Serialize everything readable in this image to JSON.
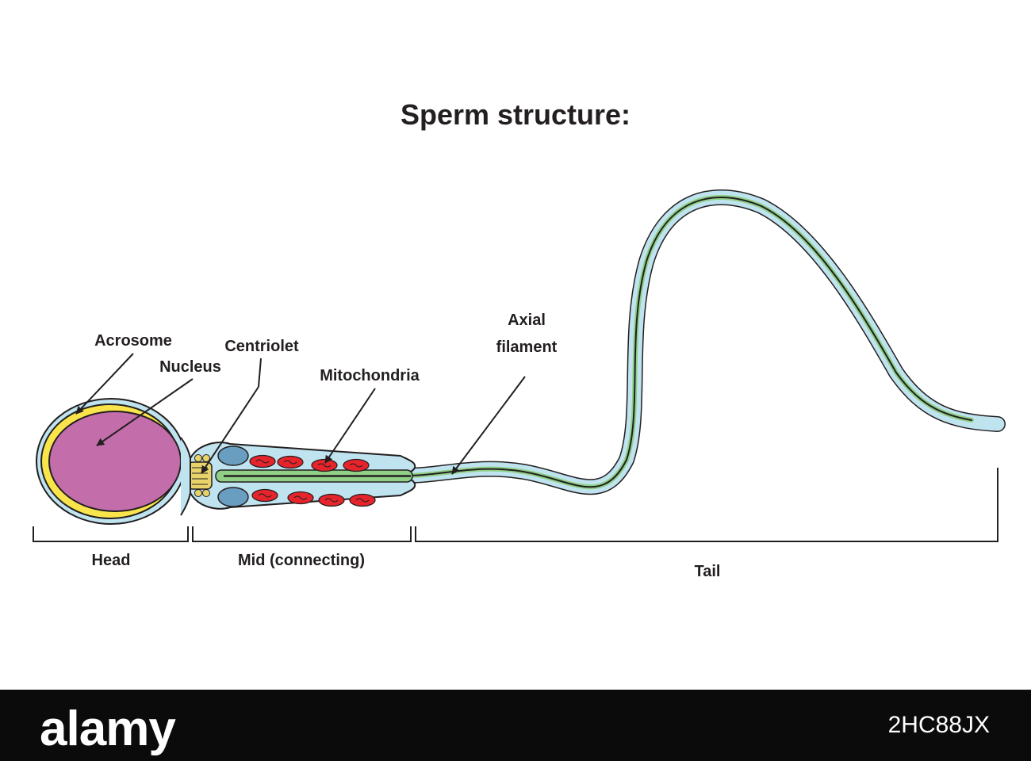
{
  "title": "Sperm structure:",
  "labels": {
    "acrosome": "Acrosome",
    "nucleus": "Nucleus",
    "centriolet": "Centriolet",
    "mitochondria": "Mitochondria",
    "axial_line1": "Axial",
    "axial_line2": "filament"
  },
  "sections": {
    "head": "Head",
    "mid": "Mid (connecting)",
    "tail": "Tail"
  },
  "watermark": {
    "brand": "alamy",
    "image_id": "2HC88JX"
  },
  "colors": {
    "acrosome": "#f9e44c",
    "nucleus": "#c36eab",
    "membrane": "#bfe3ef",
    "filament": "#8fcf86",
    "mitochondria": "#e5242b",
    "centriole": "#e8d36a",
    "mid_bulge": "#6a9ec0"
  }
}
